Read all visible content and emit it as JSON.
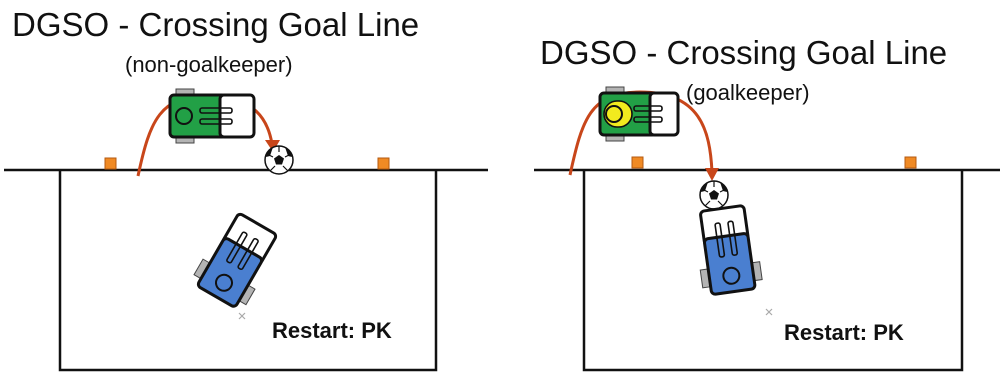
{
  "panels": [
    {
      "title": "DGSO - Crossing Goal Line",
      "subtitle": "(non-goalkeeper)",
      "restart_label": "Restart: PK"
    },
    {
      "title": "DGSO - Crossing Goal Line",
      "subtitle": "(goalkeeper)",
      "restart_label": "Restart: PK"
    }
  ],
  "colors": {
    "attacker_robot": "#22a046",
    "goalkeeper_marker": "#f2ea1e",
    "defender_robot": "#4a7fd0",
    "trajectory": "#c8461a",
    "corner_marker": "#f08a24",
    "robot_outline": "#111111",
    "wheel": "#b4b4b4"
  },
  "icons": [
    "robot-icon",
    "soccer-ball-icon",
    "field-marker-icon",
    "penalty-spot-icon"
  ]
}
